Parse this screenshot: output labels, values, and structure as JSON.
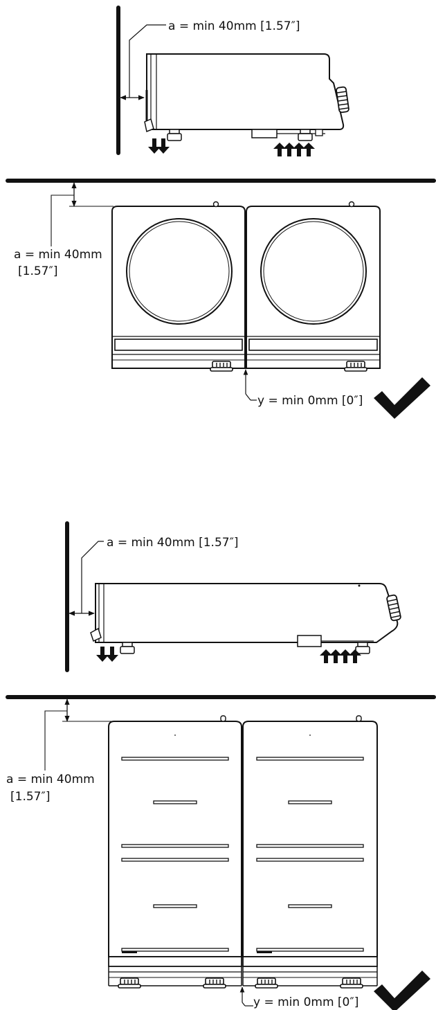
{
  "labels": {
    "clearance_side_1": "a = min 40mm [1.57″]",
    "clearance_top_1_line1": "a = min 40mm",
    "clearance_top_1_line2": "[1.57″]",
    "gap_1": "y = min 0mm [0″]",
    "clearance_side_2": "a = min 40mm [1.57″]",
    "clearance_top_2_line1": "a = min 40mm",
    "clearance_top_2_line2": "[1.57″]",
    "gap_2": "y = min 0mm [0″]"
  },
  "icons": [
    "airflow-down-icon",
    "airflow-up-icon",
    "checkmark-icon"
  ],
  "colors": {
    "ink": "#111111",
    "background": "#ffffff"
  }
}
